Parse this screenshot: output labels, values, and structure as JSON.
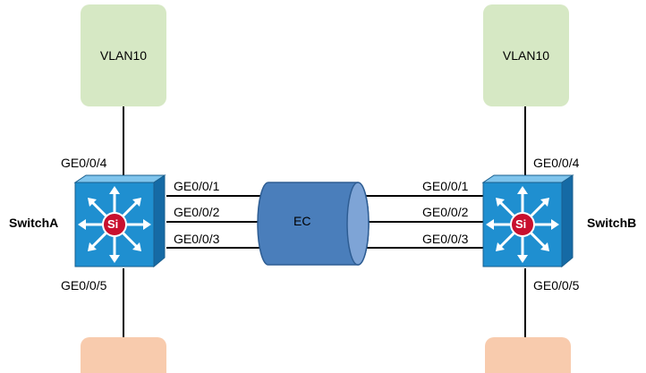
{
  "vlans": {
    "left": "VLAN10",
    "right": "VLAN10"
  },
  "switches": {
    "left": {
      "name": "SwitchA",
      "up_port": "GE0/0/4",
      "down_port": "GE0/0/5",
      "trunk_ports": [
        "GE0/0/1",
        "GE0/0/2",
        "GE0/0/3"
      ],
      "badge": "Si"
    },
    "right": {
      "name": "SwitchB",
      "up_port": "GE0/0/4",
      "down_port": "GE0/0/5",
      "trunk_ports": [
        "GE0/0/1",
        "GE0/0/2",
        "GE0/0/3"
      ],
      "badge": "Si"
    }
  },
  "channel": {
    "label": "EC"
  },
  "colors": {
    "vlan_fill": "#d6e8c4",
    "bottom_node_fill": "#f8cbad",
    "switch_blue": "#1f8fd0",
    "badge_red": "#c8102e",
    "cylinder_blue": "#4a7ebb"
  },
  "icons": {
    "switch": "layer3-switch-icon"
  }
}
